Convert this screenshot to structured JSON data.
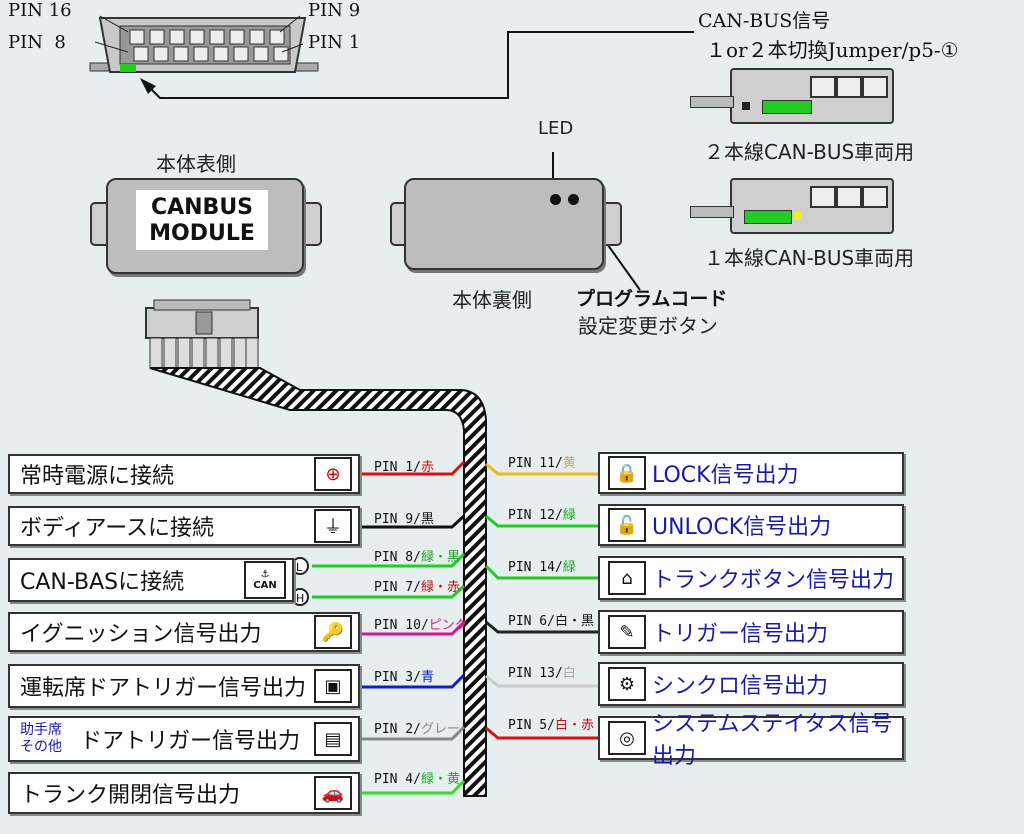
{
  "connector": {
    "pin16": "PIN 16",
    "pin8": "PIN  8",
    "pin9": "PIN 9",
    "pin1": "PIN 1"
  },
  "canbus": {
    "title": "CAN-BUS信号",
    "subtitle": "１or２本切換Jumper/p5-①",
    "two_wire": "２本線CAN-BUS車両用",
    "one_wire": "１本線CAN-BUS車両用"
  },
  "module": {
    "front_label": "本体表側",
    "back_label": "本体裏側",
    "led_label": "LED",
    "logo_line1": "CANBUS",
    "logo_line2": "MODULE",
    "program_code": "プログラムコード",
    "program_change": "設定変更ボタン"
  },
  "left_items": [
    {
      "label": "常時電源に接続",
      "pin": "PIN 1/",
      "color_name": "赤",
      "wire": "#e01010",
      "icon": "battery-icon"
    },
    {
      "label": "ボディアースに接続",
      "pin": "PIN 9/",
      "color_name": "黒",
      "wire": "#111111",
      "icon": "ground-icon"
    },
    {
      "label": "CAN-BASに接続",
      "pin": "PIN 8/",
      "color_name": "緑・黒",
      "wire": "#22cc22",
      "icon": "can-icon"
    },
    {
      "label": "",
      "pin": "PIN 7/",
      "color_name": "緑・赤",
      "wire": "#22cc22",
      "icon": ""
    },
    {
      "label": "イグニッション信号出力",
      "pin": "PIN 10/",
      "color_name": "ピンク",
      "wire": "#d8168a",
      "icon": "ignition-icon"
    },
    {
      "label": "運転席ドアトリガー信号出力",
      "pin": "PIN 3/",
      "color_name": "青",
      "wire": "#1020c0",
      "icon": "driver-door-icon"
    },
    {
      "label": "ドアトリガー信号出力",
      "pin": "PIN 2/",
      "color_name": "グレー",
      "wire": "#888888",
      "icon": "passenger-door-icon"
    },
    {
      "label": "トランク開閉信号出力",
      "pin": "PIN 4/",
      "color_name": "緑・黄",
      "wire": "#33dd22",
      "icon": "trunk-icon"
    }
  ],
  "left_sublabel": {
    "line1": "助手席",
    "line2": "その他"
  },
  "right_items": [
    {
      "label": "LOCK信号出力",
      "pin": "PIN 11/",
      "color_name": "黄",
      "wire": "#f0b818",
      "icon": "lock-icon"
    },
    {
      "label": "UNLOCK信号出力",
      "pin": "PIN 12/",
      "color_name": "緑",
      "wire": "#22cc22",
      "icon": "unlock-icon"
    },
    {
      "label": "トランクボタン信号出力",
      "pin": "PIN 14/",
      "color_name": "緑",
      "wire": "#22cc22",
      "icon": "trunk-button-icon"
    },
    {
      "label": "トリガー信号出力",
      "pin": "PIN 6/",
      "color_name": "白・黒",
      "wire": "#222222",
      "icon": "trigger-icon"
    },
    {
      "label": "シンクロ信号出力",
      "pin": "PIN 13/",
      "color_name": "白",
      "wire": "#cccccc",
      "icon": "sync-icon"
    },
    {
      "label": "システムステイタス信号出力",
      "pin": "PIN 5/",
      "color_name": "白・赤",
      "wire": "#e01010",
      "icon": "status-icon"
    }
  ],
  "colors": {
    "red": "#e01010",
    "yellow": "#e6a800",
    "green": "#1aa81a",
    "pink": "#d8168a",
    "blue": "#1020c0",
    "gray": "#888888",
    "label_blue": "#1a1aa8"
  }
}
